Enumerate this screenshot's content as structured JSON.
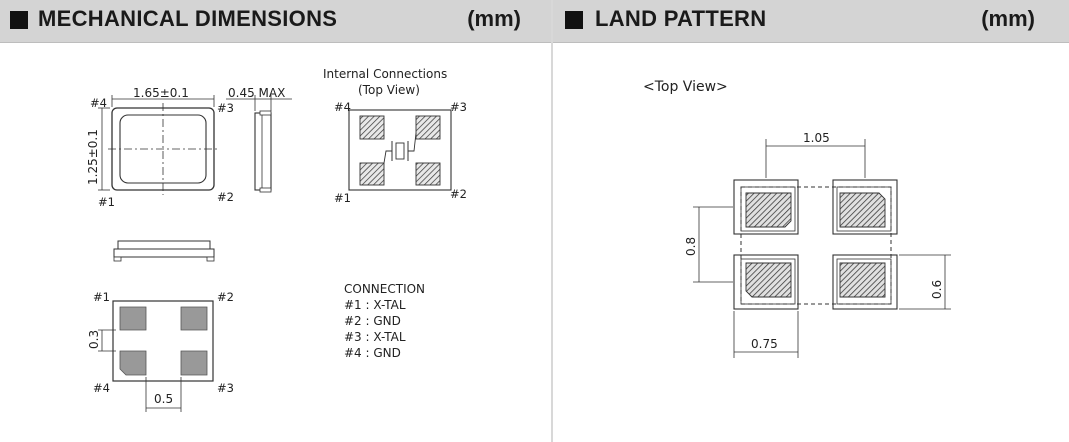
{
  "left": {
    "title": "MECHANICAL DIMENSIONS",
    "unit": "(mm)",
    "dims": {
      "width": "1.65±0.1",
      "height": "1.25±0.1",
      "thickness": "0.45 MAX",
      "pad_height": "0.3",
      "pad_gap": "0.5"
    },
    "pins": {
      "p1": "#1",
      "p2": "#2",
      "p3": "#3",
      "p4": "#4"
    },
    "internal": {
      "title_line1": "Internal Connections",
      "title_line2": "(Top View)"
    },
    "connection": {
      "heading": "CONNECTION",
      "lines": [
        "#1 : X-TAL",
        "#2 : GND",
        "#3 : X-TAL",
        "#4 : GND"
      ]
    }
  },
  "right": {
    "title": "LAND PATTERN",
    "unit": "(mm)",
    "view_label": "<Top View>",
    "dims": {
      "pitch_x": "1.05",
      "pitch_y": "0.8",
      "pad_height": "0.6",
      "pad_width": "0.75"
    }
  }
}
